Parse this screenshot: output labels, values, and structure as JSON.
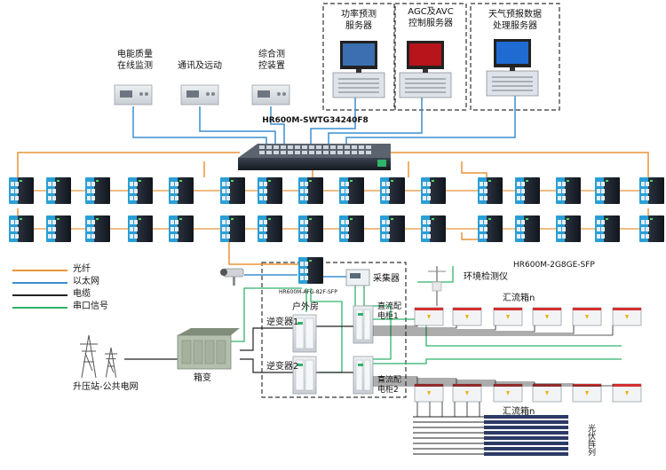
{
  "servers": {
    "power_forecast": "功率预测\n服务器",
    "agc_avc": "AGC及AVC\n控制服务器",
    "weather": "天气预报数据\n处理服务器"
  },
  "devices": {
    "power_quality": "电能质量\n在线监测",
    "telecom": "通讯及远动",
    "protection": "综合测\n控装置"
  },
  "core_switch_model": "HR600M-SWTG34240F8",
  "ring_switch_model": "HR600M-2G8GE-SFP",
  "field_switch_model": "HR600M-AFG-82F-SFP",
  "collector": "采集器",
  "env_monitor": "环境检测仪",
  "outdoor_room": "户外房",
  "inverter1": "逆变器1",
  "inverter2": "逆变器2",
  "dc_cabinet1": "直流配\n电柜1",
  "dc_cabinet2": "直流配\n电柜2",
  "combiner_top": "汇流箱n",
  "combiner_bottom": "汇流箱n",
  "box_transformer": "箱变",
  "substation": "升压站-公共电网",
  "pv_array": "光伏阵列",
  "legend": [
    {
      "label": "光纤",
      "color": "#e8943a"
    },
    {
      "label": "以太网",
      "color": "#3b8fcf"
    },
    {
      "label": "电缆",
      "color": "#222222"
    },
    {
      "label": "串口信号",
      "color": "#2fb36a"
    }
  ],
  "colors": {
    "fiber": "#e8943a",
    "ethernet": "#3b8fcf",
    "cable": "#222222",
    "serial": "#2fb36a"
  }
}
